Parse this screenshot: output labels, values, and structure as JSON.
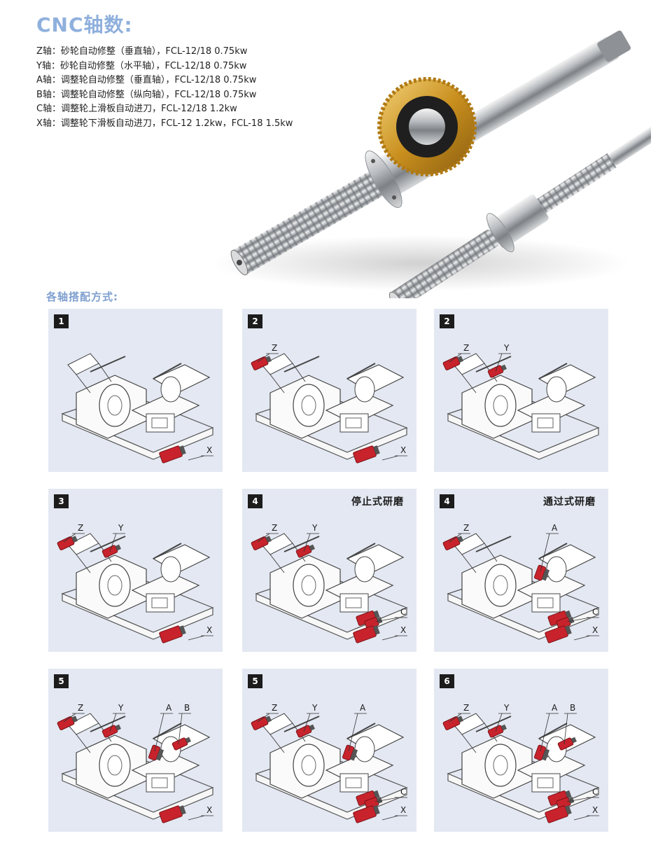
{
  "header": {
    "title": "CNC轴数:"
  },
  "specs": [
    "Z轴：砂轮自动修整（垂直轴），FCL-12/18  0.75kw",
    "Y轴：砂轮自动修整（水平轴），FCL-12/18  0.75kw",
    "A轴：调整轮自动修整（垂直轴），FCL-12/18  0.75kw",
    "B轴：调整轮自动修整（纵向轴），FCL-12/18  0.75kw",
    "C轴：调整轮上滑板自动进刀，FCL-12/18  1.2kw",
    "X轴：调整轮下滑板自动进刀，FCL-12  1.2kw，FCL-18  1.5kw"
  ],
  "section": {
    "subtitle": "各轴搭配方式:"
  },
  "panels": [
    {
      "number": "1",
      "title": "",
      "labels": {
        "Z": "",
        "Y": "",
        "A": "",
        "B": "",
        "C": "",
        "X": "X"
      }
    },
    {
      "number": "2",
      "title": "",
      "labels": {
        "Z": "Z",
        "Y": "",
        "A": "",
        "B": "",
        "C": "",
        "X": "X"
      }
    },
    {
      "number": "2",
      "title": "",
      "labels": {
        "Z": "Z",
        "Y": "Y",
        "A": "",
        "B": "",
        "C": "",
        "X": ""
      }
    },
    {
      "number": "3",
      "title": "",
      "labels": {
        "Z": "Z",
        "Y": "Y",
        "A": "",
        "B": "",
        "C": "",
        "X": "X"
      }
    },
    {
      "number": "4",
      "title": "停止式研磨",
      "labels": {
        "Z": "Z",
        "Y": "Y",
        "A": "",
        "B": "",
        "C": "C",
        "X": "X"
      }
    },
    {
      "number": "4",
      "title": "通过式研磨",
      "labels": {
        "Z": "Z",
        "Y": "",
        "A": "A",
        "B": "",
        "C": "C",
        "X": "X"
      }
    },
    {
      "number": "5",
      "title": "",
      "labels": {
        "Z": "Z",
        "Y": "Y",
        "A": "A",
        "B": "B",
        "C": "",
        "X": "X"
      }
    },
    {
      "number": "5",
      "title": "",
      "labels": {
        "Z": "Z",
        "Y": "Y",
        "A": "A",
        "B": "",
        "C": "C",
        "X": "X"
      }
    },
    {
      "number": "6",
      "title": "",
      "labels": {
        "Z": "Z",
        "Y": "Y",
        "A": "A",
        "B": "B",
        "C": "C",
        "X": "X"
      }
    }
  ],
  "colors": {
    "title": "#8fb0dd",
    "subtitle": "#7f9fcf",
    "panel_bg": "#e3e8f2",
    "motor": "#c8232c",
    "badge": "#1c1c1c"
  },
  "images": {
    "hero": "ball-screw-shafts-photo",
    "panel_drawing": "centerless-grinder-line-drawing"
  }
}
